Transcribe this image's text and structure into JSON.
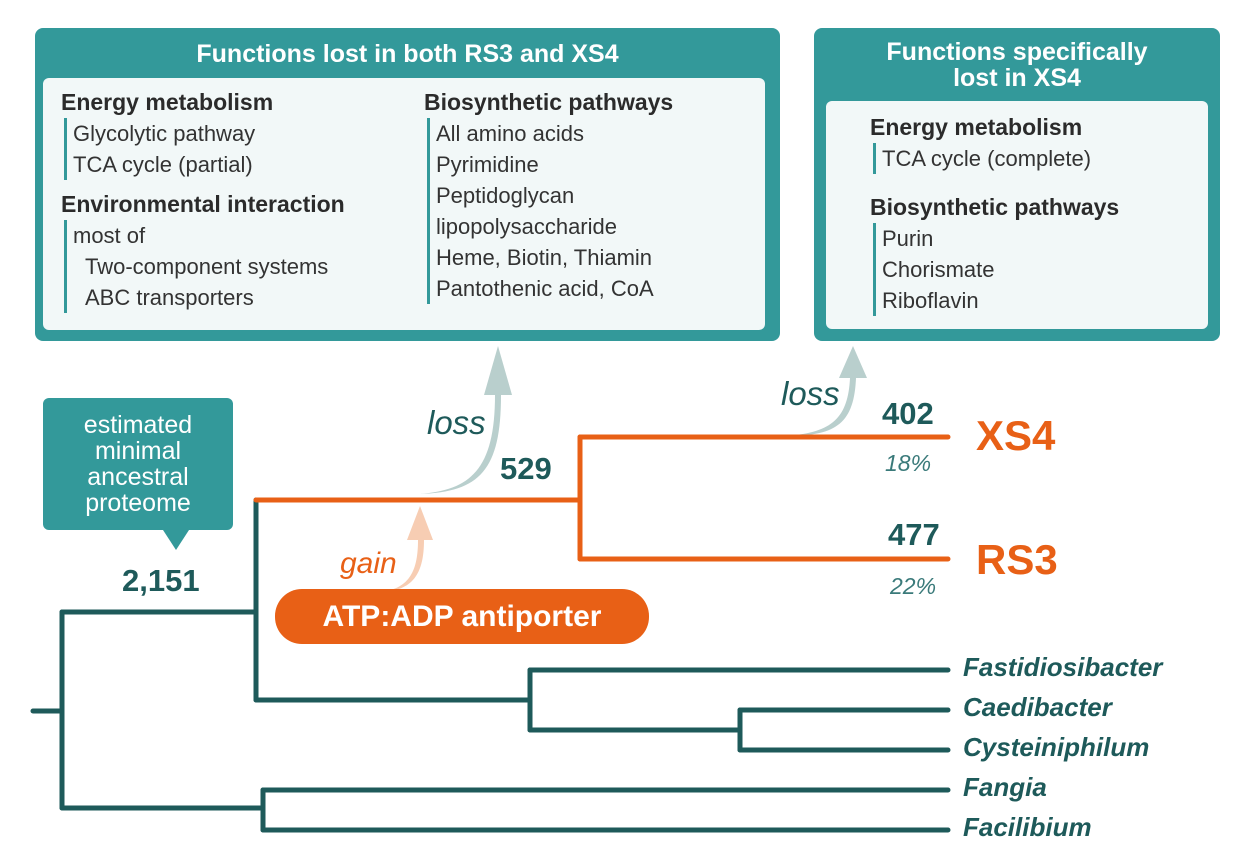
{
  "colors": {
    "teal_box": "#33999a",
    "teal_dark": "#1e5a5a",
    "orange": "#e86016",
    "loss_arrow": "#b9cfcd",
    "gain_arrow": "#f7cdb3",
    "inner_box": "#f2f8f8"
  },
  "box_both": {
    "title": "Functions lost in both RS3 and XS4",
    "left_col": [
      {
        "heading": "Energy metabolism",
        "items": [
          "Glycolytic pathway",
          "TCA cycle (partial)"
        ]
      },
      {
        "heading": "Environmental interaction",
        "items": [
          "most of",
          "Two-component systems",
          "ABC transporters"
        ]
      }
    ],
    "right_col": [
      {
        "heading": "Biosynthetic pathways",
        "items": [
          "All amino acids",
          "Pyrimidine",
          "Peptidoglycan",
          "lipopolysaccharide",
          "Heme, Biotin, Thiamin",
          "Pantothenic acid, CoA"
        ]
      }
    ]
  },
  "box_xs4": {
    "title_line1": "Functions specifically",
    "title_line2": "lost in XS4",
    "groups": [
      {
        "heading": "Energy metabolism",
        "items": [
          "TCA cycle (complete)"
        ]
      },
      {
        "heading": "Biosynthetic pathways",
        "items": [
          "Purin",
          "Chorismate",
          "Riboflavin"
        ]
      }
    ]
  },
  "callout": {
    "line1": "estimated",
    "line2": "minimal",
    "line3": "ancestral",
    "line4": "proteome"
  },
  "tree": {
    "ancestral_count": "2,151",
    "internal_count": "529",
    "gain_label": "gain",
    "gain_item": "ATP:ADP antiporter",
    "loss_label_1": "loss",
    "loss_label_2": "loss",
    "clades": [
      {
        "name": "XS4",
        "count": "402",
        "percent": "18%"
      },
      {
        "name": "RS3",
        "count": "477",
        "percent": "22%"
      }
    ],
    "taxa": [
      "Fastidiosibacter",
      "Caedibacter",
      "Cysteiniphilum",
      "Fangia",
      "Facilibium"
    ]
  }
}
